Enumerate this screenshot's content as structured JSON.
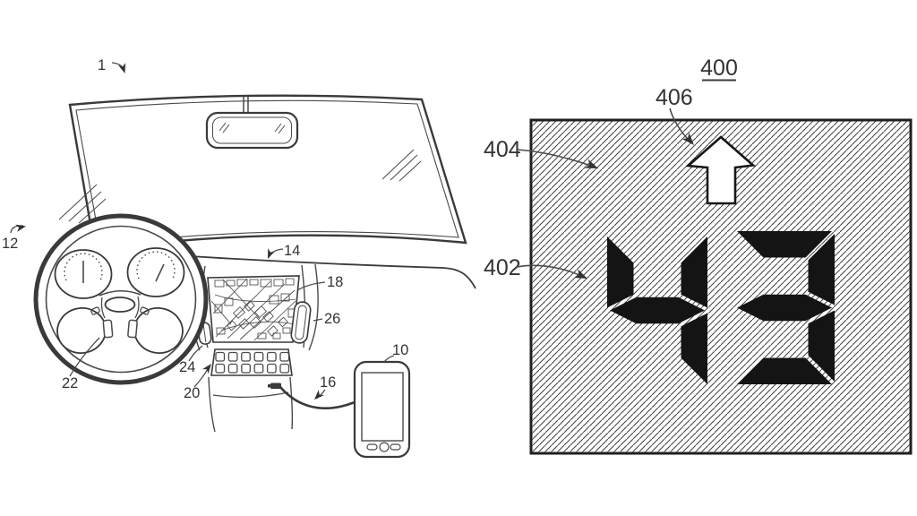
{
  "figure_type": "patent-drawing",
  "left_figure": {
    "description": "vehicle interior with windshield, steering wheel, center console and connected mobile device",
    "labels": {
      "vehicle_interior": "1",
      "windshield": "12",
      "dashboard": "14",
      "nav_display": "18",
      "air_vent": "26",
      "control_panel": "24",
      "buttons": "20",
      "steering_control": "22",
      "cable": "16",
      "mobile_device": "10"
    }
  },
  "right_figure": {
    "description": "display view with hatched background, up arrow and seven-segment speed numerals",
    "labels": {
      "display_view": "400",
      "direction_arrow": "406",
      "display_background": "404",
      "speed_numerals": "402"
    },
    "display_value": "43"
  },
  "colors": {
    "ink": "#3a3a3a",
    "hatch_line": "#3f3f3f",
    "segment_ink": "#141414",
    "background": "#ffffff"
  }
}
